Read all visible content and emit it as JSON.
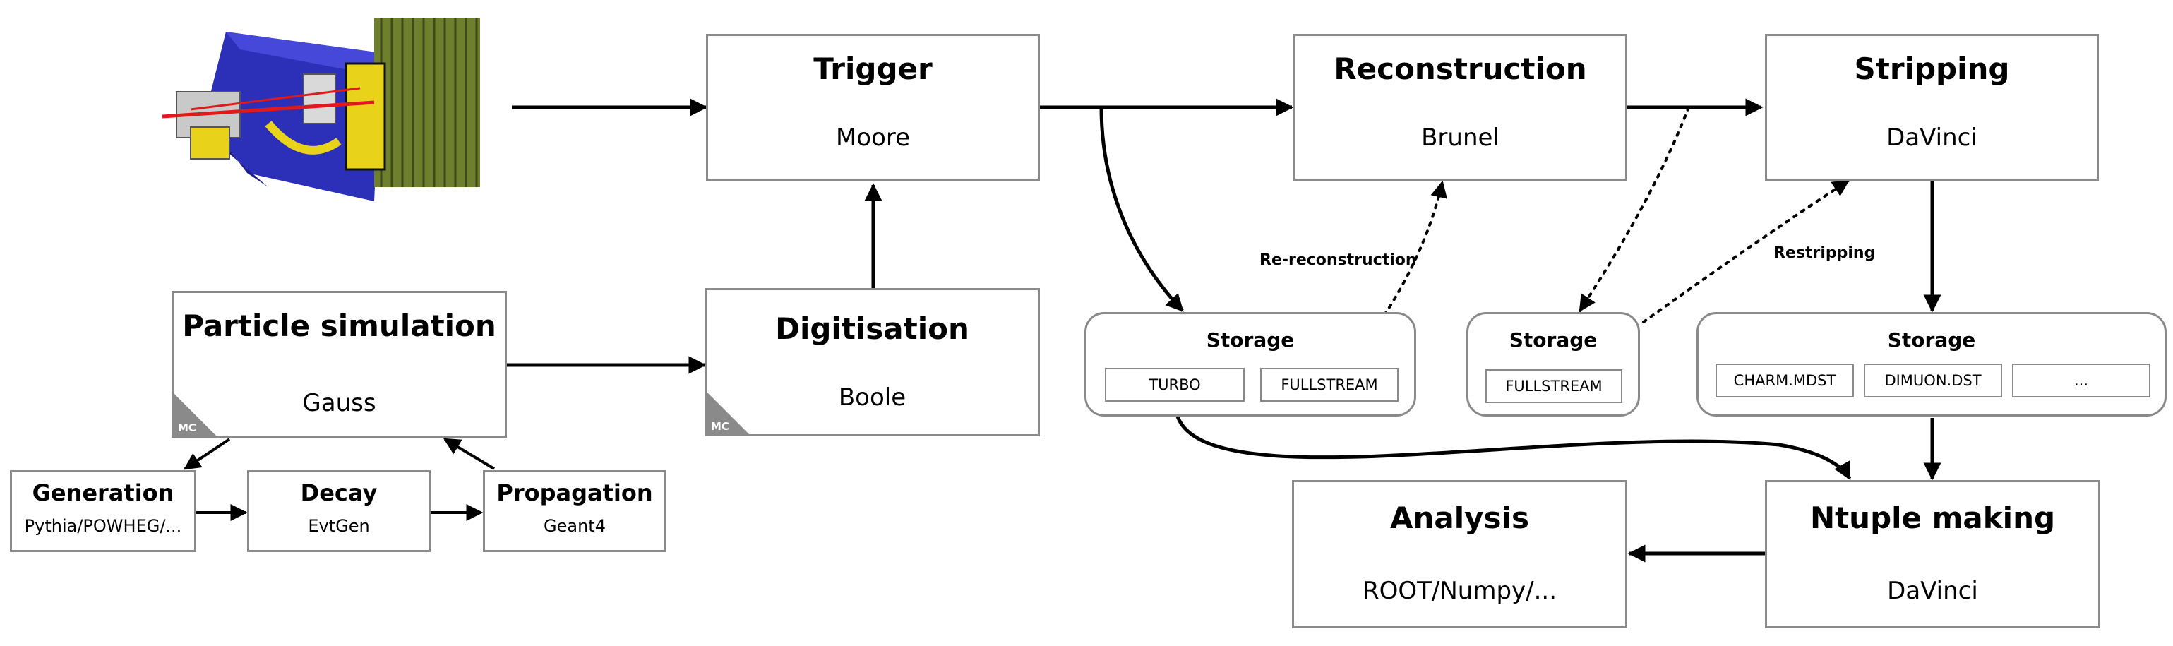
{
  "boxes": {
    "trigger": {
      "title": "Trigger",
      "sub": "Moore"
    },
    "reconstruction": {
      "title": "Reconstruction",
      "sub": "Brunel"
    },
    "stripping": {
      "title": "Stripping",
      "sub": "DaVinci"
    },
    "particle_simulation": {
      "title": "Particle simulation",
      "sub": "Gauss",
      "corner": "MC"
    },
    "digitisation": {
      "title": "Digitisation",
      "sub": "Boole",
      "corner": "MC"
    },
    "generation": {
      "title": "Generation",
      "sub": "Pythia/POWHEG/..."
    },
    "decay": {
      "title": "Decay",
      "sub": "EvtGen"
    },
    "propagation": {
      "title": "Propagation",
      "sub": "Geant4"
    },
    "analysis": {
      "title": "Analysis",
      "sub": "ROOT/Numpy/..."
    },
    "ntuple_making": {
      "title": "Ntuple making",
      "sub": "DaVinci"
    }
  },
  "storage": {
    "s1": {
      "title": "Storage",
      "chips": [
        "TURBO",
        "FULLSTREAM"
      ]
    },
    "s2": {
      "title": "Storage",
      "chips": [
        "FULLSTREAM"
      ]
    },
    "s3": {
      "title": "Storage",
      "chips": [
        "CHARM.MDST",
        "DIMUON.DST",
        "..."
      ]
    }
  },
  "labels": {
    "rereconstruction": "Re-reconstruction",
    "restripping": "Restripping"
  },
  "colors": {
    "box_border": "#8a8a8a",
    "arrow": "#000000",
    "mc_corner": "#8a8a8a",
    "detector_body": "#2c2fb8",
    "detector_yellow": "#e8d21a",
    "detector_green": "#6e7f2e"
  },
  "icons": {
    "detector": "lhcb-detector-illustration"
  }
}
